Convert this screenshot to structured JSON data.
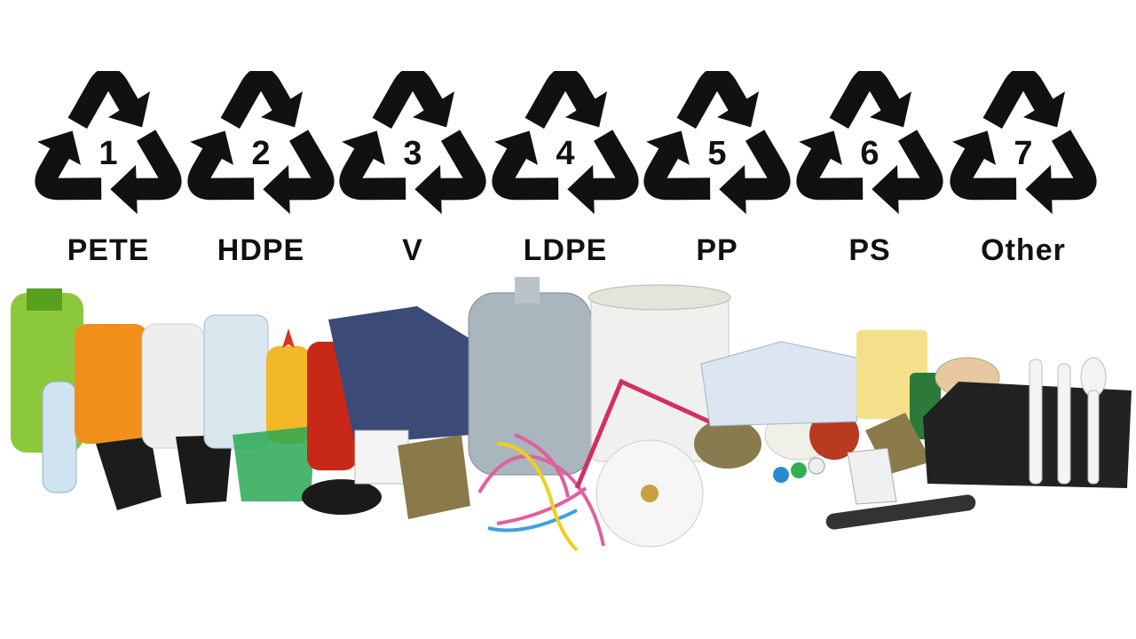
{
  "colors": {
    "symbol": "#111111",
    "background": "#ffffff"
  },
  "icon": "recycling-triangle-icon",
  "resin_codes": [
    {
      "number": "1",
      "label": "PETE"
    },
    {
      "number": "2",
      "label": "HDPE"
    },
    {
      "number": "3",
      "label": "V"
    },
    {
      "number": "4",
      "label": "LDPE"
    },
    {
      "number": "5",
      "label": "PP"
    },
    {
      "number": "6",
      "label": "PS"
    },
    {
      "number": "7",
      "label": "Other"
    }
  ]
}
